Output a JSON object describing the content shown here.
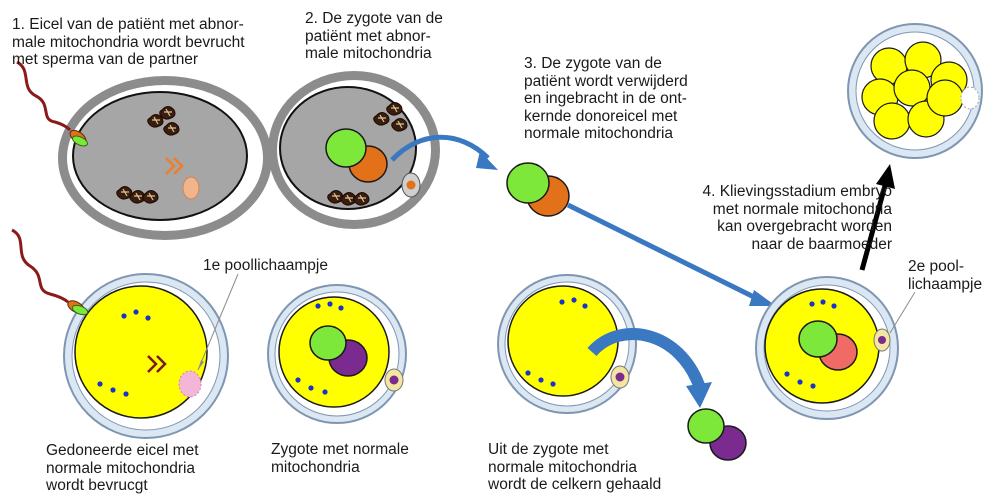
{
  "labels": {
    "step1": "1. Eicel van de patiënt met abnor-\nmale mitochondria wordt bevrucht\nmet sperma van de partner",
    "step2": "2. De zygote van de\npatiënt met abnor-\nmale mitochondria",
    "step3": "3. De zygote van de\npatiënt wordt verwijderd\nen ingebracht in de ont-\nkernde donoreicel met\nnormale mitochondria",
    "step4": "4. Klievingsstadium embryo\nmet normale mitochondria\nkan overgebracht worden\nnaar de baarmoeder",
    "polar1": "1e poollichaampje",
    "polar2": "2e pool-\nlichaampje",
    "donor_egg": "Gedoneerde eicel met\nnormale mitochondria\nwordt bevrucgt",
    "normal_zygote": "Zygote met normale\nmitochondria",
    "nucleus_removed": "Uit de zygote met\nnormale mitochondria\nwordt de celkern gehaald"
  },
  "colors": {
    "patient_cytoplasm": "#a6a6a6",
    "donor_cytoplasm": "#ffff00",
    "zona": "#dbe7f2",
    "zona_outline": "#7f96b2",
    "pronucleus_green": "#7ee83a",
    "pronucleus_orange": "#e2711a",
    "pronucleus_purple": "#7b2a8f",
    "pronucleus_salmon": "#f06a66",
    "arrow_blue": "#3a78c2",
    "arrow_black": "#000000",
    "mito_dot": "#1b34c8",
    "sperm_tail": "#8b1a1a"
  }
}
